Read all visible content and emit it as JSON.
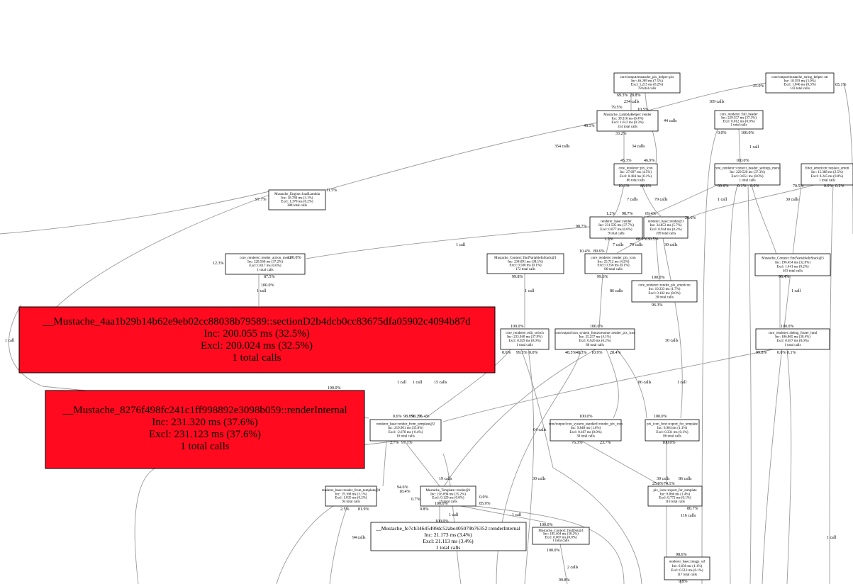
{
  "colors": {
    "hot_node": "#ff0a1e",
    "edge": "#9a9a9a",
    "background": "#ffffff"
  },
  "nodes": {
    "pix_helper": [
      "core/output/mustache_pix_helper::pix",
      "Inc: 46.289 ms (7.5%)",
      "Excl: 1.215 ms (0.2%)",
      "78 total calls"
    ],
    "string_helper": [
      "core/output/mustache_string_helper::str",
      "Inc: 18.393 ms (3.0%)",
      "Excl: 1.846 ms (0.3%)",
      "143 total calls"
    ],
    "lambda_render": [
      "Mustache_LambdaHelper::render",
      "Inc: 39.316 ms (6.4%)",
      "Excl: 1.612 ms (0.3%)",
      "354 total calls"
    ],
    "full_header": [
      "core_renderer::full_header",
      "Inc: 229.557 ms (37.3%)",
      "Excl: 0.012 ms (0.0%)",
      "1 total calls"
    ],
    "render_pix_icon_top": [
      "core_renderer::pix_icon",
      "Inc: 27.697 ms (4.5%)",
      "Excl: 0.404 ms (0.1%)",
      "86 total calls"
    ],
    "context_header": [
      "core_renderer::context_header_settings_menu",
      "Inc: 229.526 ms (37.3%)",
      "Excl: 0.051 ms (0.0%)",
      "1 total calls"
    ],
    "filter_emoticon": [
      "filter_emoticon::replace_emoti",
      "Inc: 15.388 ms (2.5%)",
      "Excl: 0.245 ms (0.0%)",
      "1 total calls"
    ],
    "load_lambda": [
      "Mustache_Engine::loadLambda",
      "Inc: 18.784 ms (3.1%)",
      "Excl: 1.370 ms (0.2%)",
      "388 total calls"
    ],
    "renderer_render": [
      "renderer_base::render",
      "Inc: 231.595 ms (37.7%)",
      "Excl: 0.077 ms (0.0%)",
      "9 total calls"
    ],
    "renderer_render1": [
      "renderer_base::render@1",
      "Inc: 34.853 ms (5.7%)",
      "Excl: 0.944 ms (0.2%)",
      "109 total calls"
    ],
    "action_menu": [
      "core_renderer::render_action_menu",
      "Inc: 228.560 ms (37.2%)",
      "Excl: 0.017 ms (0.0%)",
      "1 total calls"
    ],
    "ctx_stack1": [
      "Mustache_Context::findVariableInStack@1",
      "Inc: 234.091 ms (38.1%)",
      "Excl: 0.560 ms (0.1%)",
      "172 total calls"
    ],
    "render_pix_icon": [
      "core_renderer::render_pix_icon",
      "Inc: 25.712 ms (4.2%)",
      "Excl: 0.356 ms (0.1%)",
      "86 total calls"
    ],
    "render_emoticon": [
      "core_renderer::render_pix_emoticon",
      "Inc: 10.333 ms (1.7%)",
      "Excl: 0.102 ms (0.0%)",
      "30 total calls"
    ],
    "ctx_stack3": [
      "Mustache_Context::findVariableInStack@3",
      "Inc: 196.454 ms (32.0%)",
      "Excl: 1.441 ms (0.2%)",
      "403 total calls"
    ],
    "edit_switch": [
      "core_renderer::edit_switch",
      "Inc: 233.040 ms (37.9%)",
      "Excl: 0.029 ms (0.0%)",
      "1 total calls"
    ],
    "fa_render_pix_icon": [
      "core/output/icon_system_fontawesome::render_pix_icon",
      "Inc: 25.257 ms (4.1%)",
      "Excl: 0.626 ms (0.2%)",
      "86 total calls"
    ],
    "debug_footer": [
      "core_renderer::debug_footer_html",
      "Inc: 186.865 ms (30.4%)",
      "Excl: 0.037 ms (0.0%)",
      "1 total calls"
    ],
    "render_from_template2": [
      "renderer_base::render_from_template@2",
      "Inc: 219.901 ms (35.8%)",
      "Excl: -2.678 ms (-0.4%)",
      "16 total calls"
    ],
    "icon_standard": [
      "core/output/icon_system_standard::render_pix_icon",
      "Inc: 9.848 ms (1.6%)",
      "Excl: 0.187 ms (0.0%)",
      "30 total calls"
    ],
    "export_template": [
      "pix_icon_font::export_for_template",
      "Inc: 6.904 ms (1.1%)",
      "Excl: 0.331 ms (0.1%)",
      "86 total calls"
    ],
    "render_from_template4": [
      "renderer_base::render_from_template@4",
      "Inc: 19.168 ms (3.1%)",
      "Excl: 1.035 ms (0.2%)",
      "94 total calls"
    ],
    "template_render": [
      "Mustache_Template::render@1",
      "Inc: 216.094 ms (35.2%)",
      "Excl: 0.129 ms (0.0%)",
      "19 total calls"
    ],
    "pix_export": [
      "pix_icon::export_for_template",
      "Inc: 8.866 ms (1.4%)",
      "Excl: 0.772 ms (0.1%)",
      "116 total calls"
    ],
    "find_dot": [
      "Mustache_Context::findDot@4",
      "Inc: 185.404 ms (30.2%)",
      "Excl: 0.007 ms (0.0%)",
      "1 total calls"
    ],
    "image_url": [
      "renderer_base::image_url",
      "Inc: 6.630 ms (1.1%)",
      "Excl: 0.513 ms (0.1%)",
      "117 total calls"
    ]
  },
  "hot_nodes": {
    "section": [
      "__Mustache_4aa1b29b14b62e9eb02cc88038b79589::sectionD2b4dcb0cc83675dfa05902c4094b87d",
      "Inc: 200.055 ms (32.5%)",
      "Excl: 200.024 ms (32.5%)",
      "1 total calls"
    ],
    "render_internal": [
      "__Mustache_8276f498fc241c1ff998892e3098b059::renderInternal",
      "Inc: 231.320 ms (37.6%)",
      "Excl: 231.123 ms (37.6%)",
      "1 total calls"
    ]
  },
  "plain_nodes": {
    "fe7c_internal": [
      "__Mustache_fe7cb34645499dc52abe405079b76352::renderInternal",
      "Inc: 21.173 ms (3.4%)",
      "Excl: 21.113 ms (3.4%)",
      "1 total calls"
    ]
  },
  "edge_labels": [
    "69.3%",
    "28.8%",
    "234 calls",
    "25.0%",
    "65.1%",
    "109 calls",
    "79.5%",
    "10.5%",
    "48.1%",
    "33.2%",
    "44 calls",
    "354 calls",
    "34 calls",
    "1 call",
    "0.0%",
    "100.0%",
    "45.3%",
    "46.9%",
    "100.0%",
    "10.1%",
    "88.6%",
    "99.6%",
    "0.1%",
    "0.0%",
    "70.5%",
    "0.0%",
    "0.2%",
    "11.5%",
    "97.7%",
    "7 calls",
    "79 calls",
    "1 call",
    "30 calls",
    "1.2%",
    "98.7%",
    "69.4%",
    "20.6%",
    "98.7%",
    "1.2%",
    "7 calls",
    "68.0%",
    "30.5%",
    "79 calls",
    "30 calls",
    "1 call",
    "10.4%",
    "89.6%",
    "12.3%",
    "100.0%",
    "87.5%",
    "99.8%",
    "99.6%",
    "1 call",
    "86 calls",
    "100.0%",
    "96.4%",
    "1 call",
    "100.0%",
    "96.3%",
    "1 call",
    "1 call",
    "30 calls",
    "100.0%",
    "100.0%",
    "100.0%",
    "0.6%",
    "99.3%",
    "0.0%",
    "48.5%",
    "48.3%",
    "10.9%",
    "28.4%",
    "99.8%",
    "0.0%",
    "0.1%",
    "1 call",
    "1 call",
    "15 calls",
    "86 calls",
    "1 call",
    "100.0%",
    "100.0%",
    "100.0%",
    "0.6%",
    "98.8%",
    "98.2%",
    "95.4%",
    "2.7%",
    "97.1%",
    "64 calls",
    "76.3%",
    "23.7%",
    "100.0%",
    "19 calls",
    "30 calls",
    "30 calls",
    "86 calls",
    "94.6%",
    "100.0%",
    "25.9%",
    "74.1%",
    "18.4%",
    "0.7%",
    "0.0%",
    "85.9%",
    "80.7%",
    "2.5%",
    "81.9%",
    "9.8%",
    "1 call",
    "1 call",
    "116 calls",
    "100.0%",
    "100.0%",
    "94 calls",
    "100.0%",
    "2 calls",
    "1 call",
    "98.6%",
    "99.8%",
    "9.8%"
  ]
}
